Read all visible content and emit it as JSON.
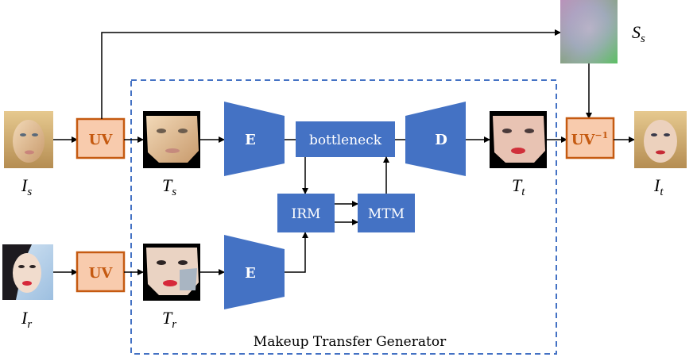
{
  "diagram": {
    "container_label": "Makeup Transfer Generator",
    "uv_source_label": "UV",
    "uv_reference_label": "UV",
    "uv_inverse_label": "UV",
    "uv_inverse_superscript": "−1",
    "encoder_source_label": "E",
    "encoder_reference_label": "E",
    "decoder_label": "D",
    "bottleneck_label": "bottleneck",
    "irm_label": "IRM",
    "mtm_label": "MTM",
    "symbols": {
      "I_s": {
        "base": "I",
        "sub": "s"
      },
      "T_s": {
        "base": "T",
        "sub": "s"
      },
      "I_r": {
        "base": "I",
        "sub": "r"
      },
      "T_r": {
        "base": "T",
        "sub": "r"
      },
      "T_t": {
        "base": "T",
        "sub": "t"
      },
      "I_t": {
        "base": "I",
        "sub": "t"
      },
      "S_s": {
        "base": "S",
        "sub": "s"
      }
    },
    "colors": {
      "network_blue": "#4472c4",
      "uv_fill": "#f8cbad",
      "uv_border": "#c55a11",
      "uv_text": "#c55a11",
      "dashed_border": "#4472c4"
    }
  }
}
